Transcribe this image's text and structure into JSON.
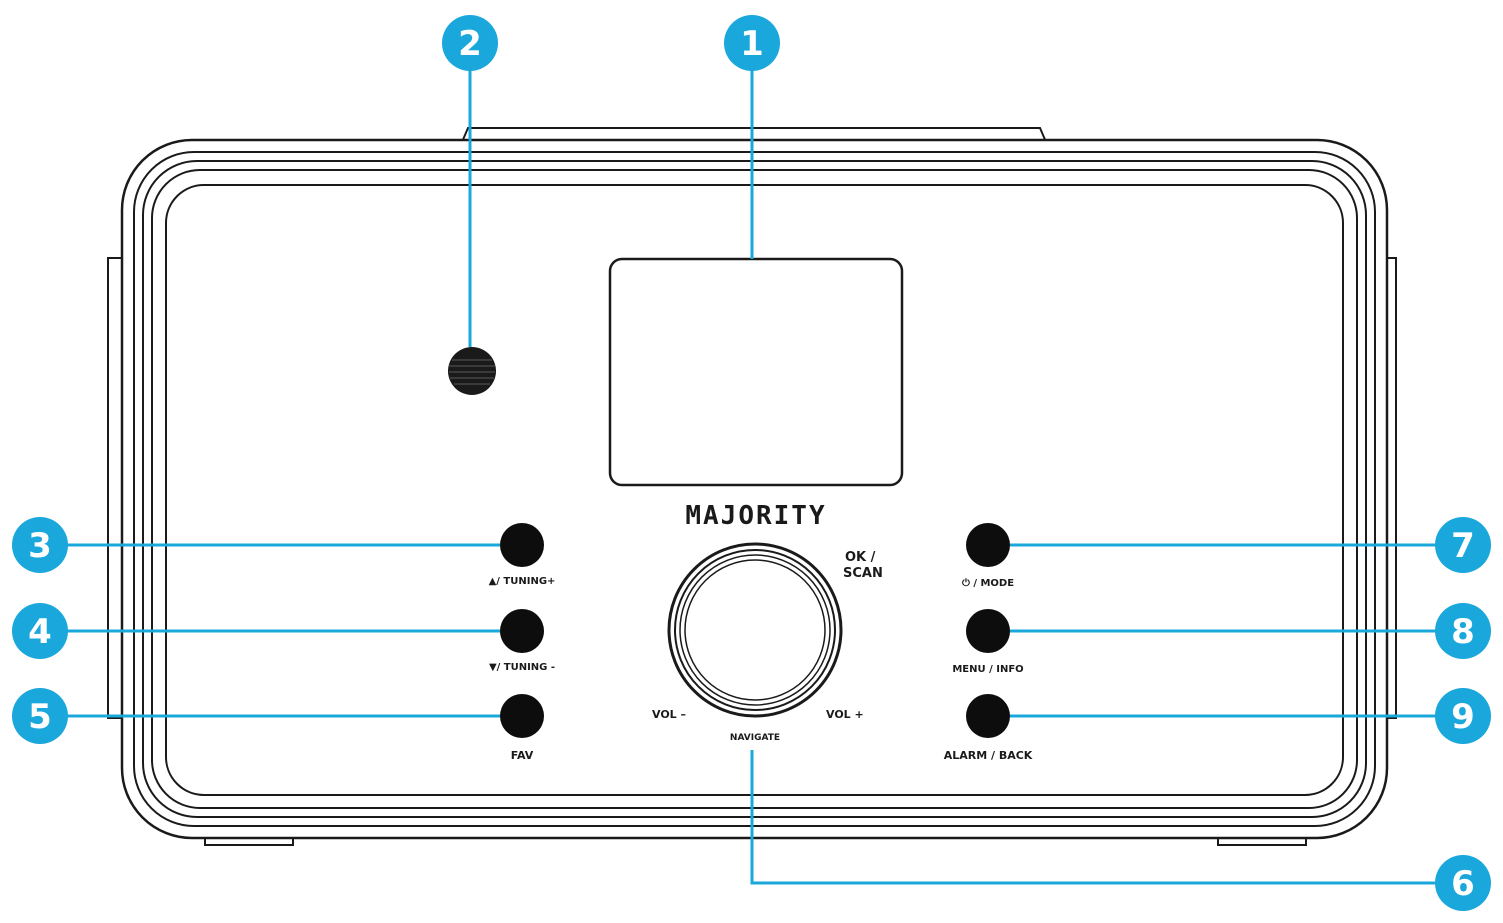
{
  "brand": "MAJORITY",
  "labels": {
    "tuning_up": "▲/ TUNING+",
    "tuning_down": "▼/ TUNING -",
    "fav": "FAV",
    "ok_scan_line1": "OK /",
    "ok_scan_line2": "SCAN",
    "vol_minus": "VOL –",
    "vol_plus": "VOL +",
    "navigate": "NAVIGATE",
    "power_mode": "⏻ / MODE",
    "menu_info": "MENU / INFO",
    "alarm_back": "ALARM / BACK"
  },
  "callouts": [
    "1",
    "2",
    "3",
    "4",
    "5",
    "6",
    "7",
    "8",
    "9"
  ],
  "colors": {
    "callout": "#1aa7dc",
    "outline": "#1a1a1a",
    "button": "#0d0d0d"
  }
}
